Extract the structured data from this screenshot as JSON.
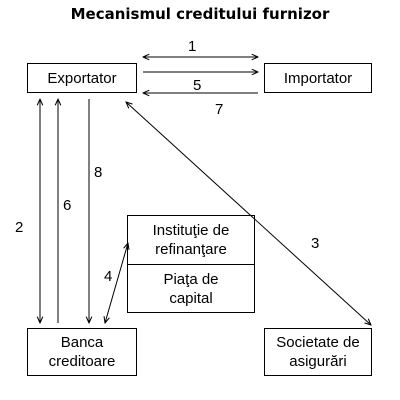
{
  "title": "Mecanismul creditului furnizor",
  "nodes": {
    "exportator": "Exportator",
    "importator": "Importator",
    "institutie": [
      "Instituţie de",
      "refinanţare"
    ],
    "piata": [
      "Piaţa de",
      "capital"
    ],
    "banca": [
      "Banca",
      "creditoare"
    ],
    "societate": [
      "Societate de",
      "asigurări"
    ]
  },
  "flows": {
    "f1": "1",
    "f2": "2",
    "f3": "3",
    "f4": "4",
    "f5": "5",
    "f6": "6",
    "f7": "7",
    "f8": "8"
  }
}
